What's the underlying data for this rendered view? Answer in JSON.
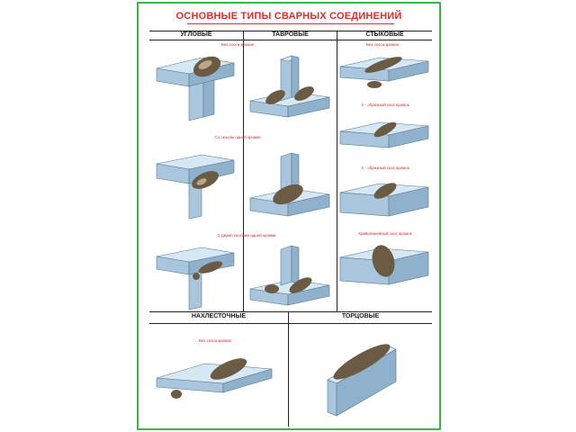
{
  "title": "ОСНОВНЫЕ ТИПЫ СВАРНЫХ СОЕДИНЕНИЙ",
  "columns": {
    "corner": "УГЛОВЫЕ",
    "tee": "ТАВРОВЫЕ",
    "butt": "СТЫКОВЫЕ"
  },
  "bottom_sections": {
    "lap": "НАХЛЕСТОЧНЫЕ",
    "edge": "ТОРЦОВЫЕ"
  },
  "captions": {
    "no_bevel_top": "Без скоса кромок",
    "one_edge_bevel": "Со скосом одной кромки",
    "two_bevels_one_edge": "С двумя скосами одной кромки",
    "butt_no_bevel": "Без скоса кромок",
    "v_bevel": "V - образный скос кромок",
    "x_bevel": "X - образный скос кромок",
    "curvilinear_bevel": "Криволинейный скос кромок",
    "lap_no_bevel": "Без скоса кромок"
  },
  "colors": {
    "border": "#3bb54a",
    "title": "#e52a2a",
    "plate_top": "#d6e8f3",
    "plate_front": "#a9c6dc",
    "plate_side": "#8fb1cb",
    "weld": "#6b5a44"
  }
}
